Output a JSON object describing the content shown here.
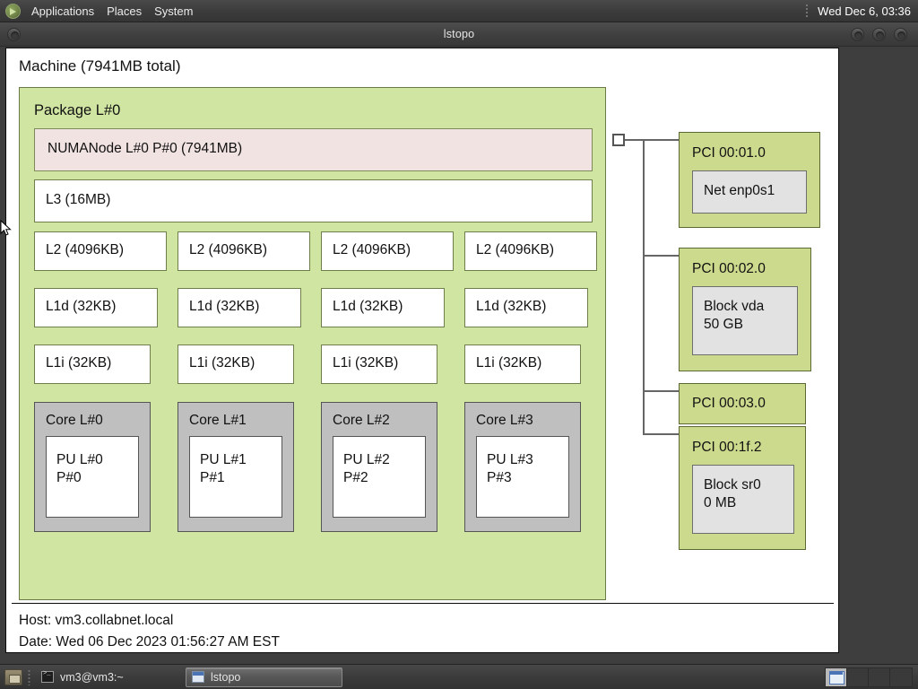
{
  "desktop": {
    "top_panel": {
      "logo_icon": "gnome-foot-icon",
      "menus": [
        "Applications",
        "Places",
        "System"
      ],
      "clock": "Wed Dec  6, 03:36"
    },
    "taskbar": {
      "show_desktop_icon": "show-desktop-icon",
      "tasks": [
        {
          "label": "vm3@vm3:~",
          "icon": "terminal-icon",
          "active": false
        },
        {
          "label": "lstopo",
          "icon": "window-icon",
          "active": true
        }
      ],
      "workspaces": 4,
      "active_workspace": 1
    }
  },
  "window": {
    "title": "lstopo",
    "buttons": {
      "menu": "window-menu-button",
      "minimize": "minimize-button",
      "maximize": "maximize-button",
      "close": "close-button"
    }
  },
  "topology": {
    "machine": "Machine (7941MB total)",
    "package": "Package L#0",
    "numanode": "NUMANode L#0 P#0 (7941MB)",
    "l3": "L3 (16MB)",
    "l2": [
      "L2 (4096KB)",
      "L2 (4096KB)",
      "L2 (4096KB)",
      "L2 (4096KB)"
    ],
    "l1d": [
      "L1d (32KB)",
      "L1d (32KB)",
      "L1d (32KB)",
      "L1d (32KB)"
    ],
    "l1i": [
      "L1i (32KB)",
      "L1i (32KB)",
      "L1i (32KB)",
      "L1i (32KB)"
    ],
    "cores": [
      {
        "label": "Core L#0",
        "pu": "PU L#0\nP#0"
      },
      {
        "label": "Core L#1",
        "pu": "PU L#1\nP#1"
      },
      {
        "label": "Core L#2",
        "pu": "PU L#2\nP#2"
      },
      {
        "label": "Core L#3",
        "pu": "PU L#3\nP#3"
      }
    ],
    "pci": [
      {
        "label": "PCI 00:01.0",
        "child": "Net enp0s1"
      },
      {
        "label": "PCI 00:02.0",
        "child": "Block vda\n50 GB"
      },
      {
        "label": "PCI 00:03.0",
        "child": null
      },
      {
        "label": "PCI 00:1f.2",
        "child": "Block sr0\n0 MB"
      }
    ],
    "footer": {
      "host": "Host: vm3.collabnet.local",
      "date": "Date: Wed 06 Dec 2023 01:56:27 AM EST"
    }
  },
  "colors": {
    "package_green": "#d1e5a3",
    "pci_green": "#ccda8d",
    "numanode_pink": "#f2e3e3",
    "core_gray": "#bfbfbf",
    "cache_white": "#ffffff"
  }
}
